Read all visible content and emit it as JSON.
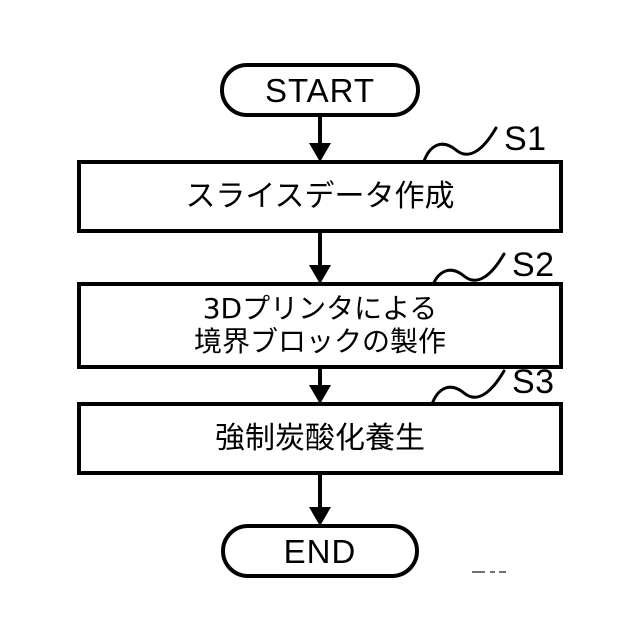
{
  "diagram": {
    "type": "flowchart",
    "orientation": "top-to-bottom",
    "language": "ja",
    "background_color": "#ffffff",
    "line_color": "#000000",
    "nodes": [
      {
        "id": "start",
        "shape": "terminator",
        "label": "START"
      },
      {
        "id": "s1",
        "shape": "process",
        "label": "スライスデータ作成",
        "step_ref": "S1"
      },
      {
        "id": "s2",
        "shape": "process",
        "label": "3Dプリンタによる\n境界ブロックの製作",
        "step_ref": "S2"
      },
      {
        "id": "s3",
        "shape": "process",
        "label": "強制炭酸化養生",
        "step_ref": "S3"
      },
      {
        "id": "end",
        "shape": "terminator",
        "label": "END"
      }
    ],
    "connectors": [
      {
        "id": "start-s1",
        "from": "start",
        "to": "s1",
        "style": "solid-arrow-down"
      },
      {
        "id": "s1-s2",
        "from": "s1",
        "to": "s2",
        "style": "solid-arrow-down"
      },
      {
        "id": "s2-s3",
        "from": "s2",
        "to": "s3",
        "style": "solid-arrow-down"
      },
      {
        "id": "s3-end",
        "from": "s3",
        "to": "end",
        "style": "solid-arrow-down"
      }
    ],
    "step_refs": [
      {
        "id": "s1",
        "text": "S1",
        "leader": "squiggle"
      },
      {
        "id": "s2",
        "text": "S2",
        "leader": "squiggle"
      },
      {
        "id": "s3",
        "text": "S3",
        "leader": "squiggle"
      }
    ],
    "artifacts": [
      {
        "id": "scan-artifact",
        "description": "faint dash marks"
      }
    ]
  }
}
